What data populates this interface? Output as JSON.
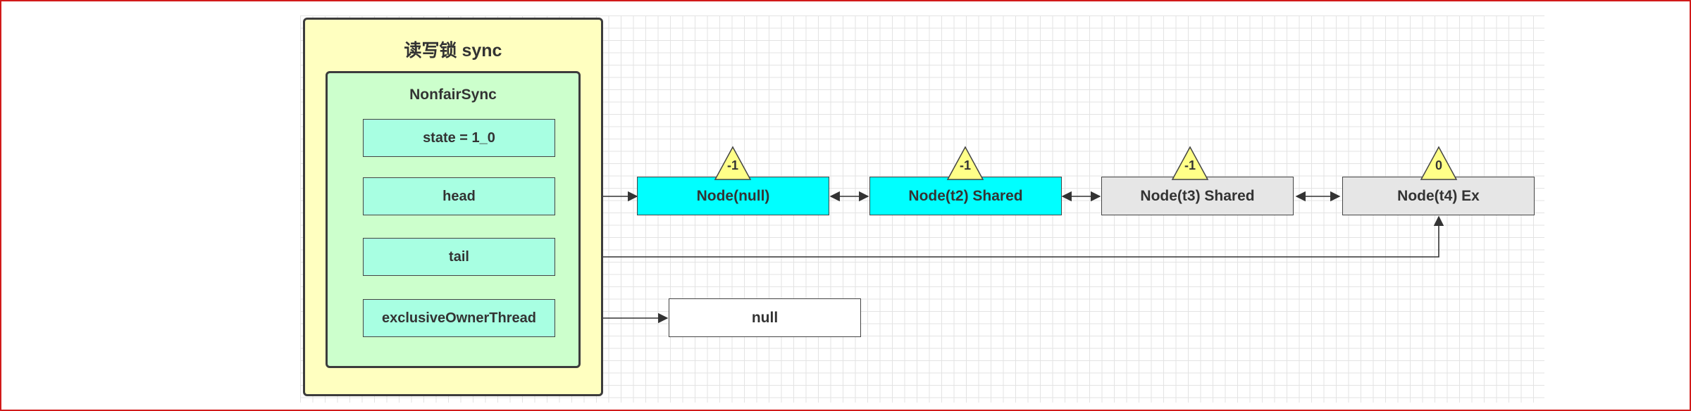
{
  "sync": {
    "title": "读写锁 sync"
  },
  "nonfair": {
    "title": "NonfairSync",
    "fields": {
      "state": "state = 1_0",
      "head": "head",
      "tail": "tail",
      "owner": "exclusiveOwnerThread"
    }
  },
  "nodes": [
    {
      "label": "Node(null)",
      "wait_status": "-1"
    },
    {
      "label": "Node(t2) Shared",
      "wait_status": "-1"
    },
    {
      "label": "Node(t3) Shared",
      "wait_status": "-1"
    },
    {
      "label": "Node(t4) Ex",
      "wait_status": "0"
    }
  ],
  "owner_value": "null",
  "colors": {
    "outer_fill": "#ffffc0",
    "inner_fill": "#ccffcc",
    "field_fill": "#a8ffe2",
    "active_node": "#00ffff",
    "waiting_node": "#e6e6e6",
    "triangle": "#ffff88",
    "frame": "#d11a1a"
  }
}
